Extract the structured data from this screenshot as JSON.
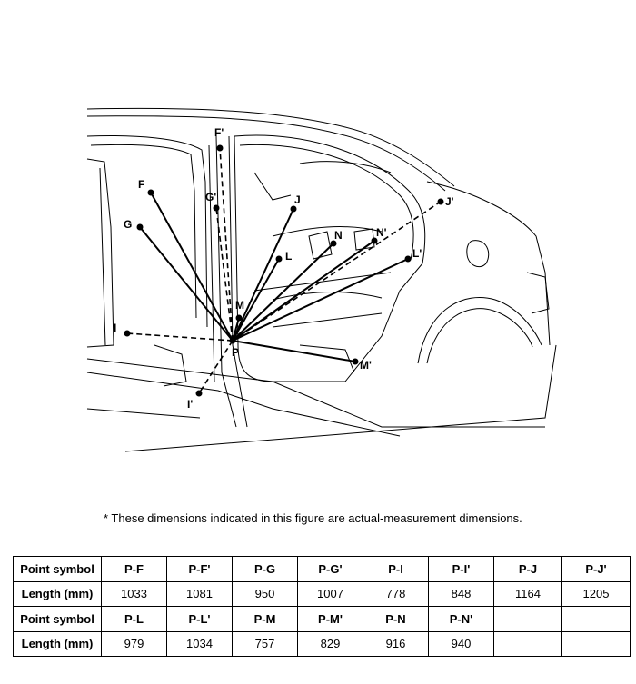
{
  "labels": [
    "F'",
    "F",
    "G'",
    "G",
    "J",
    "J'",
    "N",
    "N'",
    "L",
    "L'",
    "M",
    "I",
    "P",
    "M'",
    "I'"
  ],
  "note": "*  These dimensions indicated in this figure are actual-measurement dimensions.",
  "table": {
    "rows": [
      {
        "header": "Point symbol",
        "cells": [
          "P-F",
          "P-F'",
          "P-G",
          "P-G'",
          "P-I",
          "P-I'",
          "P-J",
          "P-J'"
        ]
      },
      {
        "header": "Length (mm)",
        "cells": [
          "1033",
          "1081",
          "950",
          "1007",
          "778",
          "848",
          "1164",
          "1205"
        ]
      },
      {
        "header": "Point symbol",
        "cells": [
          "P-L",
          "P-L'",
          "P-M",
          "P-M'",
          "P-N",
          "P-N'",
          "",
          ""
        ]
      },
      {
        "header": "Length (mm)",
        "cells": [
          "979",
          "1034",
          "757",
          "829",
          "916",
          "940",
          "",
          ""
        ]
      }
    ]
  }
}
